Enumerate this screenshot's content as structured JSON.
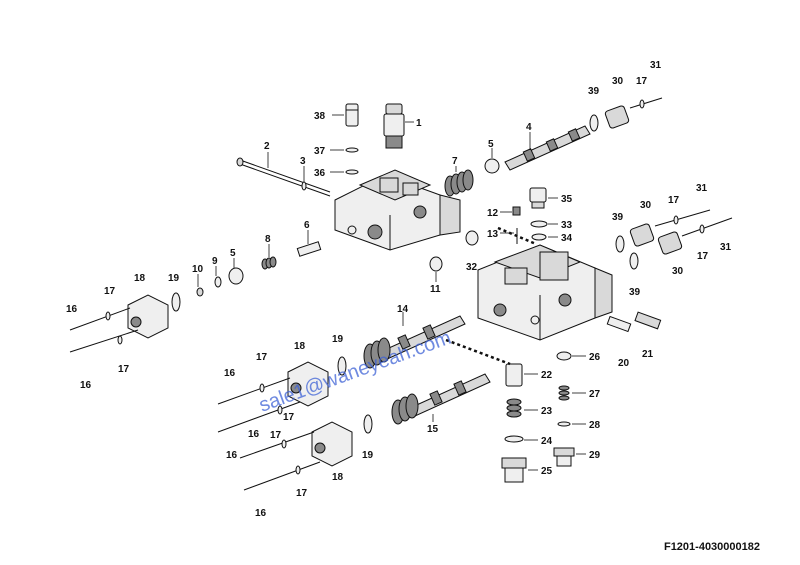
{
  "watermark": "sale1@waneyeah.com",
  "figure_code": "F1201-4030000182",
  "callouts": {
    "c1": "1",
    "c2": "2",
    "c3": "3",
    "c4": "4",
    "c5a": "5",
    "c5b": "5",
    "c6": "6",
    "c7": "7",
    "c8": "8",
    "c9": "9",
    "c10": "10",
    "c11": "11",
    "c12": "12",
    "c13": "13",
    "c14": "14",
    "c15": "15",
    "c16a": "16",
    "c16b": "16",
    "c16c": "16",
    "c16d": "16",
    "c16e": "16",
    "c17a": "17",
    "c17b": "17",
    "c17c": "17",
    "c17d": "17",
    "c17e": "17",
    "c17f": "17",
    "c17g": "17",
    "c17h": "17",
    "c18a": "18",
    "c18b": "18",
    "c18c": "18",
    "c19a": "19",
    "c19b": "19",
    "c19c": "19",
    "c20": "20",
    "c21": "21",
    "c22": "22",
    "c23": "23",
    "c24": "24",
    "c25": "25",
    "c26": "26",
    "c27": "27",
    "c28": "28",
    "c29": "29",
    "c30a": "30",
    "c30b": "30",
    "c30c": "30",
    "c31a": "31",
    "c31b": "31",
    "c31c": "31",
    "c32": "32",
    "c33": "33",
    "c34": "34",
    "c35": "35",
    "c36": "36",
    "c37": "37",
    "c38": "38",
    "c39a": "39",
    "c39b": "39",
    "c39c": "39"
  }
}
